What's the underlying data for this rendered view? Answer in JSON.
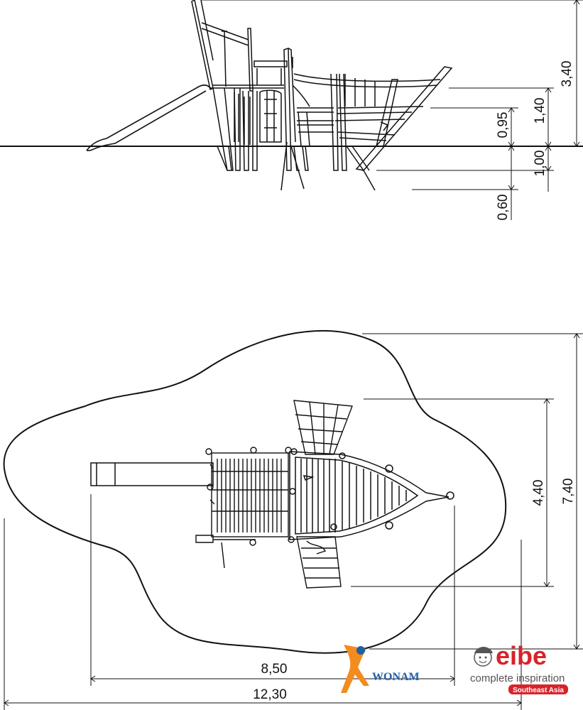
{
  "elevation": {
    "dimensions": {
      "total_height": "3,40",
      "deck_height": "1,40",
      "low_deck": "0,95",
      "below_ground": "1,00",
      "foundation": "0,60"
    }
  },
  "plan": {
    "dimensions": {
      "structure_width": "4,40",
      "area_width": "7,40",
      "structure_length": "8,50",
      "area_length": "12,30"
    }
  },
  "logos": {
    "eibe": {
      "brand": "eibe",
      "tagline": "complete inspiration",
      "region": "Southeast Asia",
      "colors": {
        "brand": "#d8232a",
        "badge": "#d8232a"
      }
    },
    "wonam": {
      "text": "WONAM",
      "colors": {
        "text": "#1f5fa8",
        "accent": "#f28c1e"
      }
    }
  }
}
